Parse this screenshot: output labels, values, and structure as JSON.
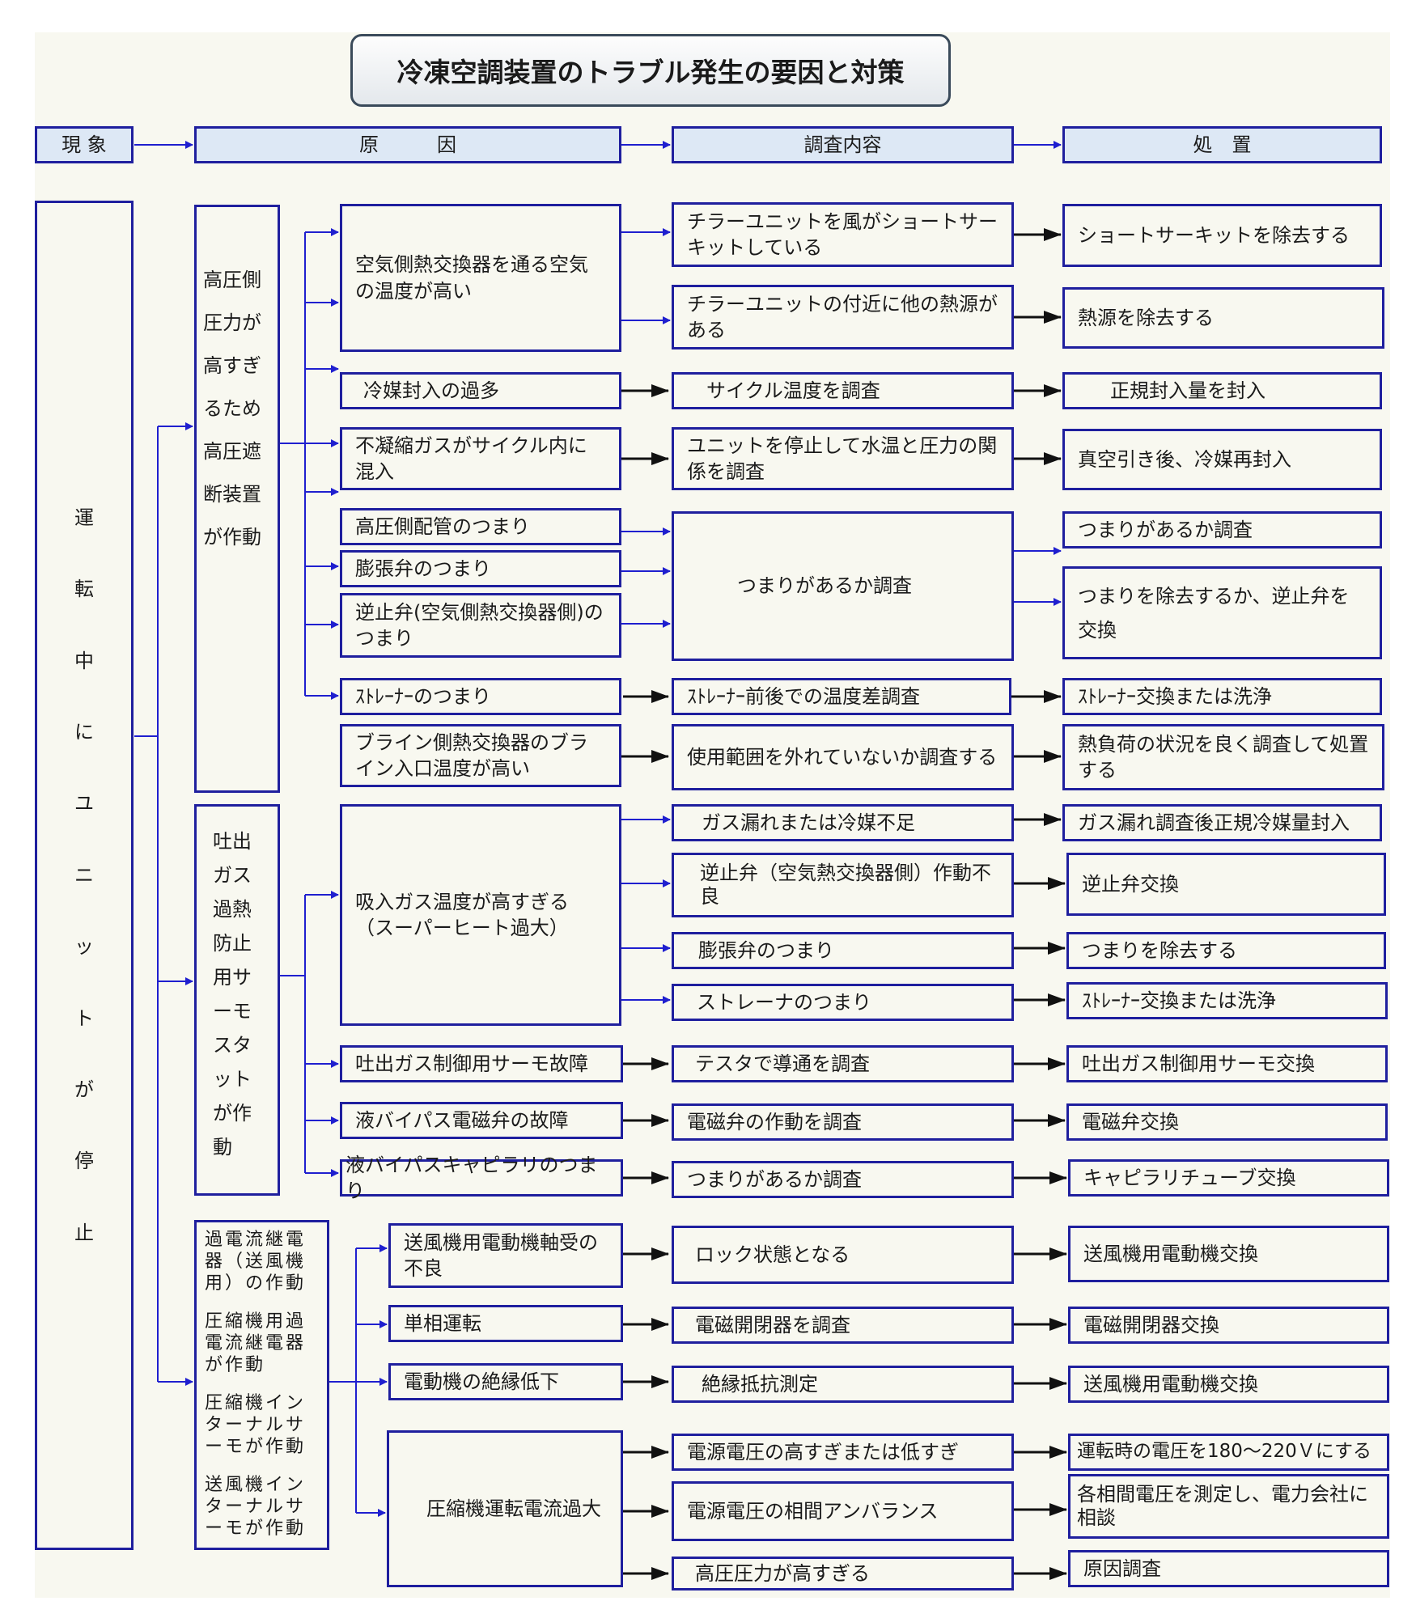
{
  "title": "冷凍空調装置のトラブル発生の要因と対策",
  "headers": {
    "phenomenon": "現 象",
    "cause": "原　　　因",
    "investigation": "調査内容",
    "action": "処　置"
  },
  "phenomenon_chars": [
    "運",
    "転",
    "中",
    "に",
    "ユ",
    "ニ",
    "ッ",
    "ト",
    "が",
    "停",
    "止"
  ],
  "conditions": {
    "high_pressure": [
      "高圧側",
      "圧力が",
      "高すぎ",
      "るため",
      "高圧遮",
      "断装置",
      "が作動"
    ],
    "discharge": [
      "吐出",
      "ガス",
      "過熱",
      "防止",
      "用サ",
      "ーモ",
      "スタ",
      "ット",
      "が作",
      "動"
    ],
    "overcurrent": [
      "過電流継電器（送風機用）の作動",
      "圧縮機用過電流継電器が作動",
      "圧縮機インターナルサーモが作動",
      "送風機インターナルサーモが作動"
    ]
  },
  "causes": {
    "air_temp": "空気側熱交換器を通る空気の温度が高い",
    "overcharge": "冷媒封入の過多",
    "noncond": "不凝縮ガスがサイクル内に混入",
    "hp_pipe": "高圧側配管のつまり",
    "expansion_valve": "膨張弁のつまり",
    "check_valve": "逆止弁(空気側熱交換器側)のつまり",
    "strainer": "ｽﾄﾚｰﾅｰのつまり",
    "brine": "ブライン側熱交換器のブライン入口温度が高い",
    "suction": "吸入ガス温度が高すぎる（スーパーヒート過大）",
    "thermo_fault": "吐出ガス制御用サーモ故障",
    "bypass_valve": "液バイパス電磁弁の故障",
    "bypass_cap": "液バイパスキャピラリのつまり",
    "bearing": "送風機用電動機軸受の不良",
    "single_phase": "単相運転",
    "insulation": "電動機の絶縁低下",
    "current": "圧縮機運転電流過大"
  },
  "investigations": {
    "short_circuit": "チラーユニットを風がショートサーキットしている",
    "heat_source": "チラーユニットの付近に他の熱源がある",
    "cycle_temp": "サイクル温度を調査",
    "water_temp": "ユニットを停止して水温と圧力の関係を調査",
    "clog": "つまりがあるか調査",
    "strainer_temp": "ｽﾄﾚｰﾅｰ前後での温度差調査",
    "range": "使用範囲を外れていないか調査する",
    "gas_leak": "ガス漏れまたは冷媒不足",
    "check_op": "逆止弁（空気熱交換器側）作動不良",
    "exp_clog": "膨張弁のつまり",
    "str_clog": "ストレーナのつまり",
    "tester": "テスタで導通を調査",
    "solenoid": "電磁弁の作動を調査",
    "clog2": "つまりがあるか調査",
    "lock": "ロック状態となる",
    "contactor": "電磁開閉器を調査",
    "insul": "絶縁抵抗測定",
    "voltage": "電源電圧の高すぎまたは低すぎ",
    "imbalance": "電源電圧の相間アンバランス",
    "hp_high": "高圧圧力が高すぎる"
  },
  "actions": {
    "remove_short": "ショートサーキットを除去する",
    "remove_heat": "熱源を除去する",
    "charge": "正規封入量を封入",
    "vacuum": "真空引き後、冷媒再封入",
    "clog_check": "つまりがあるか調査",
    "remove_clog": "つまりを除去するか、逆止弁を交換",
    "strainer": "ｽﾄﾚｰﾅｰ交換または洗浄",
    "heat_load": "熱負荷の状況を良く調査して処置する",
    "leak_fix": "ガス漏れ調査後正規冷媒量封入",
    "check_replace": "逆止弁交換",
    "exp_remove": "つまりを除去する",
    "strainer2": "ｽﾄﾚｰﾅｰ交換または洗浄",
    "thermo_replace": "吐出ガス制御用サーモ交換",
    "solenoid_replace": "電磁弁交換",
    "cap_replace": "キャピラリチューブ交換",
    "motor_replace": "送風機用電動機交換",
    "contactor_replace": "電磁開閉器交換",
    "motor_replace2": "送風機用電動機交換",
    "voltage_set": "運転時の電圧を180〜220Ｖにする",
    "phase_measure": "各相間電圧を測定し、電力会社に相談",
    "cause_check": "原因調査"
  },
  "colors": {
    "border": "#1f1f9e",
    "header_fill": "#dde8f5",
    "box_fill": "#f8f8f0",
    "arrow_blue": "#1f1fcf",
    "arrow_black": "#111111"
  }
}
